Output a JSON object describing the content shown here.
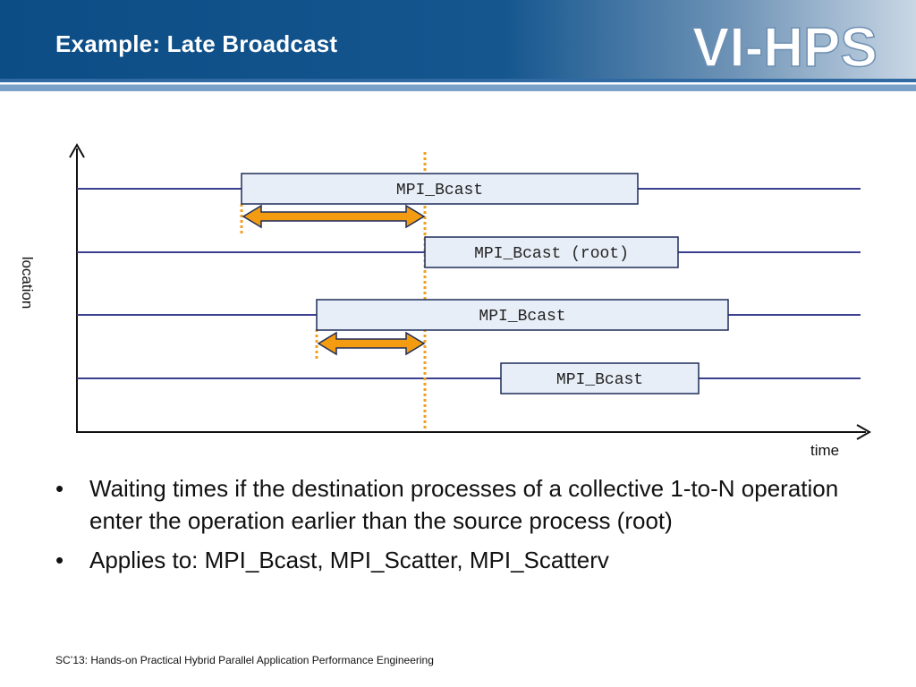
{
  "slide": {
    "title": "Example: Late Broadcast",
    "logo_text": "VI-HPS",
    "footer": "SC’13: Hands-on Practical Hybrid Parallel Application Performance Engineering"
  },
  "diagram": {
    "y_axis_label": "location",
    "x_axis_label": "time",
    "timelines": [
      {
        "box_label": "MPI_Bcast"
      },
      {
        "box_label": "MPI_Bcast (root)"
      },
      {
        "box_label": "MPI_Bcast"
      },
      {
        "box_label": "MPI_Bcast"
      }
    ],
    "colors": {
      "timeline": "#3a3f8f",
      "box_fill": "#e8eef7",
      "box_border": "#1f2d5a",
      "arrow_fill": "#f39c12",
      "arrow_border": "#1f2d5a",
      "dotted_marker": "#f0a020"
    }
  },
  "bullets": [
    "Waiting times if the destination processes of a collective 1-to-N operation enter the operation earlier than the source process (root)",
    "Applies to: MPI_Bcast, MPI_Scatter, MPI_Scatterv"
  ]
}
